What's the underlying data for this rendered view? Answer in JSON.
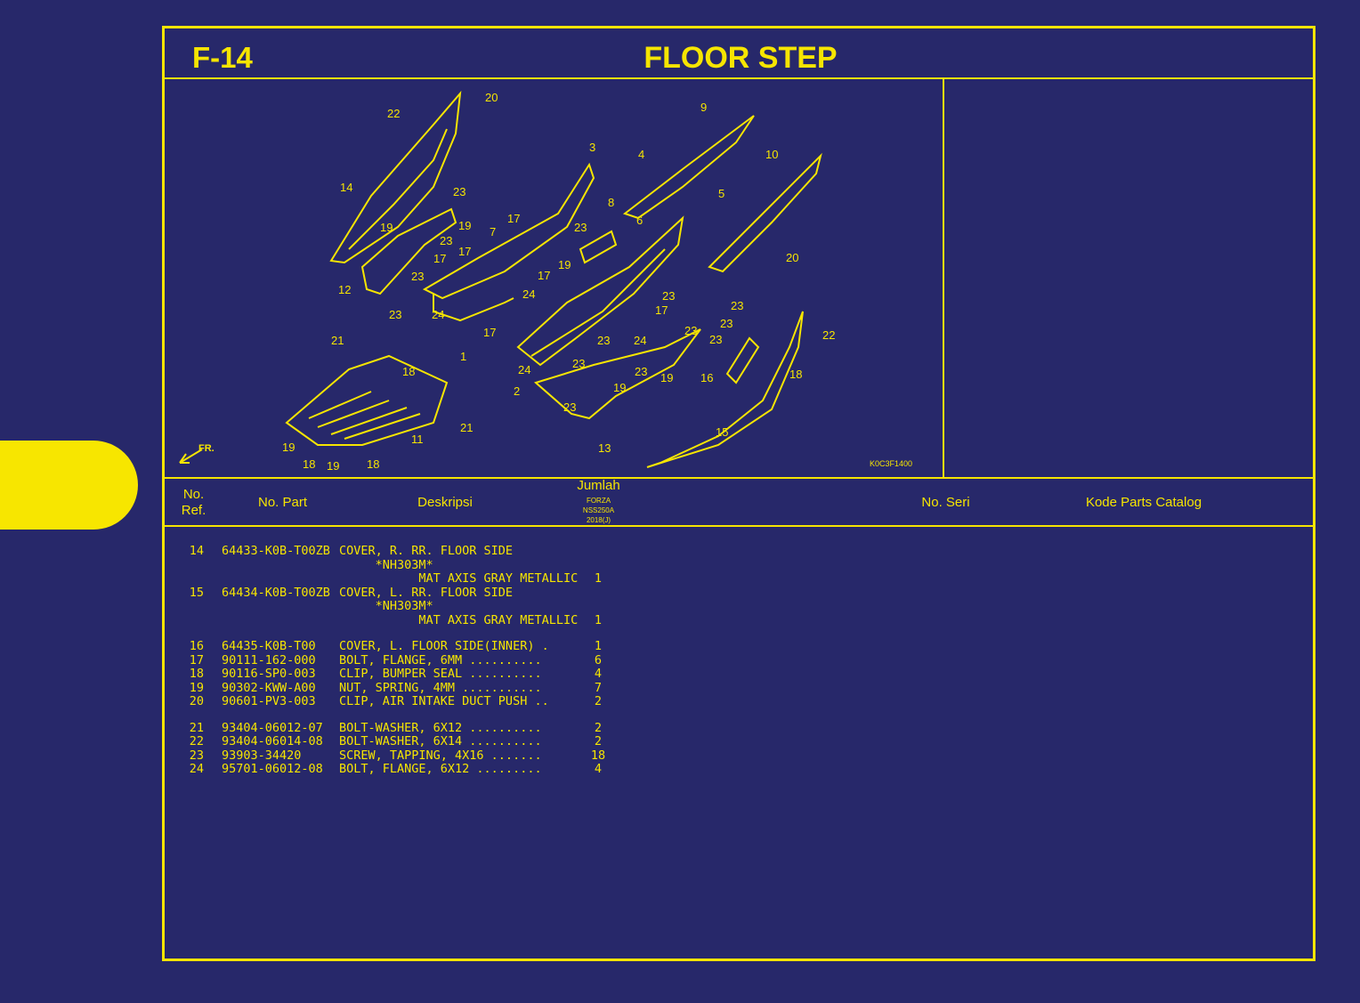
{
  "page": {
    "code": "F-14",
    "title": "FLOOR STEP"
  },
  "diagram": {
    "image_code": "K0C3F1400",
    "front_marker": "FR.",
    "callouts": [
      "20",
      "22",
      "14",
      "23",
      "19",
      "23",
      "12",
      "23",
      "21",
      "18",
      "19",
      "18",
      "19",
      "18",
      "11",
      "21",
      "1",
      "24",
      "17",
      "7",
      "17",
      "17",
      "3",
      "4",
      "9",
      "10",
      "8",
      "5",
      "23",
      "6",
      "19",
      "17",
      "24",
      "23",
      "17",
      "23",
      "24",
      "23",
      "23",
      "19",
      "24",
      "2",
      "23",
      "19",
      "13",
      "23",
      "23",
      "23",
      "23",
      "20",
      "22",
      "16",
      "18",
      "15",
      "17"
    ]
  },
  "table": {
    "headers": {
      "ref": "No.\nRef.",
      "part": "No. Part",
      "desc": "Deskripsi",
      "qty": "Jumlah",
      "qty_model_1": "FORZA",
      "qty_model_2": "NSS250A",
      "qty_model_3": "2018(J)",
      "serial": "No. Seri",
      "catalog": "Kode Parts Catalog"
    },
    "rows": [
      {
        "ref": "14",
        "part": "64433-K0B-T00ZB",
        "desc": "COVER, R. RR. FLOOR SIDE",
        "qty": ""
      },
      {
        "ref": "",
        "part": "",
        "desc": "     *NH303M*",
        "qty": ""
      },
      {
        "ref": "",
        "part": "",
        "desc": "           MAT AXIS GRAY METALLIC",
        "qty": "1"
      },
      {
        "ref": "15",
        "part": "64434-K0B-T00ZB",
        "desc": "COVER, L. RR. FLOOR SIDE",
        "qty": ""
      },
      {
        "ref": "",
        "part": "",
        "desc": "     *NH303M*",
        "qty": ""
      },
      {
        "ref": "",
        "part": "",
        "desc": "           MAT AXIS GRAY METALLIC",
        "qty": "1"
      },
      {
        "gap": true
      },
      {
        "ref": "16",
        "part": "64435-K0B-T00",
        "desc": "COVER, L. FLOOR SIDE(INNER) .",
        "qty": "1"
      },
      {
        "ref": "17",
        "part": "90111-162-000",
        "desc": "BOLT, FLANGE, 6MM ..........",
        "qty": "6"
      },
      {
        "ref": "18",
        "part": "90116-SP0-003",
        "desc": "CLIP, BUMPER SEAL ..........",
        "qty": "4"
      },
      {
        "ref": "19",
        "part": "90302-KWW-A00",
        "desc": "NUT, SPRING, 4MM ...........",
        "qty": "7"
      },
      {
        "ref": "20",
        "part": "90601-PV3-003",
        "desc": "CLIP, AIR INTAKE DUCT PUSH ..",
        "qty": "2"
      },
      {
        "gap": true
      },
      {
        "ref": "21",
        "part": "93404-06012-07",
        "desc": "BOLT-WASHER, 6X12 ..........",
        "qty": "2"
      },
      {
        "ref": "22",
        "part": "93404-06014-08",
        "desc": "BOLT-WASHER, 6X14 ..........",
        "qty": "2"
      },
      {
        "ref": "23",
        "part": "93903-34420",
        "desc": "SCREW, TAPPING, 4X16 .......",
        "qty": "18"
      },
      {
        "ref": "24",
        "part": "95701-06012-08",
        "desc": "BOLT, FLANGE, 6X12 .........",
        "qty": "4"
      }
    ]
  },
  "colors": {
    "background": "#27286a",
    "accent": "#f6e500"
  }
}
